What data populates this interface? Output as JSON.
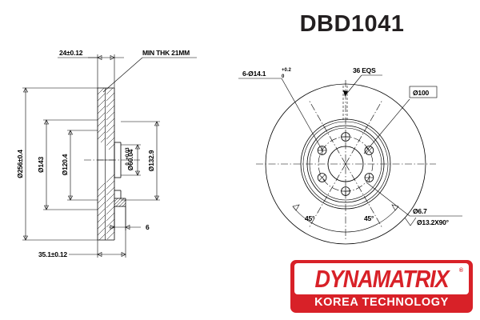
{
  "page": {
    "background_color": "#ffffff",
    "part_number": "DBD1041"
  },
  "brand": {
    "name": "DYNAMATRIX",
    "registered_mark": "®",
    "tagline": "KOREA TECHNOLOGY",
    "accent_color": "#d82128"
  },
  "section_view": {
    "name": "brake-disc-cross-section",
    "dimensions": {
      "thickness_top": "24±0.12",
      "min_thickness_note": "MIN THK 21MM",
      "outer_diameter": "Ø256±0.4",
      "diameter_143": "Ø143",
      "diameter_120": "Ø120.4",
      "hub_bore": "Ø60.04",
      "hub_bore_tol_upper": "+0.03",
      "hub_bore_tol_lower": "0",
      "diameter_132": "Ø132.9",
      "overall_height": "35.1±0.12",
      "hub_thickness": "6"
    }
  },
  "face_view": {
    "name": "brake-disc-face-view",
    "dimensions": {
      "bolt_holes": "6-Ø14.1",
      "bolt_holes_tol_upper": "+0.2",
      "bolt_holes_tol_lower": "0",
      "vane_count": "36 EQS",
      "pitch_circle": "Ø100",
      "angle_left": "45°",
      "angle_right": "45°",
      "pin_hole": "Ø6.7",
      "pin_hole_chamfer": "Ø13.2X90°"
    }
  }
}
